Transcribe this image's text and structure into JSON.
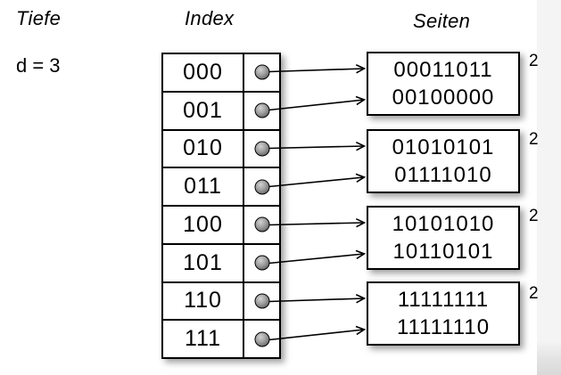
{
  "labels": {
    "depth_title": "Tiefe",
    "depth_value": "d = 3",
    "index_title": "Index",
    "pages_title": "Seiten"
  },
  "index_table": {
    "rows": [
      {
        "label": "000"
      },
      {
        "label": "001"
      },
      {
        "label": "010"
      },
      {
        "label": "011"
      },
      {
        "label": "100"
      },
      {
        "label": "101"
      },
      {
        "label": "110"
      },
      {
        "label": "111"
      }
    ]
  },
  "pages": [
    {
      "lines": [
        "00011011",
        "00100000"
      ],
      "local_depth": "2"
    },
    {
      "lines": [
        "01010101",
        "01111010"
      ],
      "local_depth": "2"
    },
    {
      "lines": [
        "10101010",
        "10110101"
      ],
      "local_depth": "2"
    },
    {
      "lines": [
        "11111111",
        "11111110"
      ],
      "local_depth": "2"
    }
  ],
  "links": [
    {
      "index": "000",
      "page": 0
    },
    {
      "index": "001",
      "page": 0
    },
    {
      "index": "010",
      "page": 1
    },
    {
      "index": "011",
      "page": 1
    },
    {
      "index": "100",
      "page": 2
    },
    {
      "index": "101",
      "page": 2
    },
    {
      "index": "110",
      "page": 3
    },
    {
      "index": "111",
      "page": 3
    }
  ],
  "colors": {
    "line": "#000000",
    "box_border": "#000000",
    "box_fill": "#ffffff",
    "pointer_dot": "#7a7a7a",
    "background": "#ffffff"
  }
}
